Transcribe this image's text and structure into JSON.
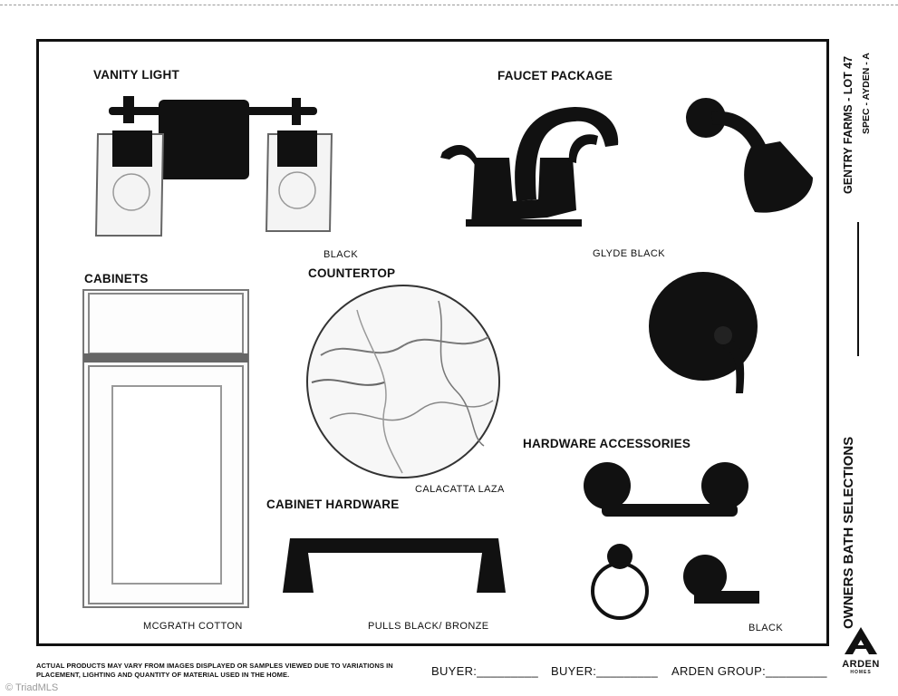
{
  "headings": {
    "vanity_light": "VANITY LIGHT",
    "faucet_package": "FAUCET PACKAGE",
    "cabinets": "CABINETS",
    "countertop": "COUNTERTOP",
    "hardware_accessories": "HARDWARE ACCESSORIES",
    "cabinet_hardware": "CABINET HARDWARE"
  },
  "captions": {
    "vanity_light": "BLACK",
    "faucet": "GLYDE BLACK",
    "countertop": "CALACATTA LAZA",
    "cabinets": "MCGRATH COTTON",
    "cabinet_hardware": "PULLS  BLACK/ BRONZE",
    "accessories": "BLACK"
  },
  "side": {
    "lot": "GENTRY FARMS - LOT 47",
    "spec": "SPEC - AYDEN - A",
    "title": "OWNERS BATH SELECTIONS"
  },
  "footer": {
    "disclaimer": "ACTUAL PRODUCTS MAY VARY FROM IMAGES DISPLAYED OR SAMPLES VIEWED DUE TO VARIATIONS IN PLACEMENT, LIGHTING AND QUANTITY OF MATERIAL USED IN THE HOME.",
    "buyer1": "BUYER:_________",
    "buyer2": "BUYER:_________",
    "arden": "ARDEN GROUP:_________"
  },
  "logo": {
    "name": "ARDEN",
    "sub": "HOMES"
  },
  "watermark": "© TriadMLS",
  "colors": {
    "ink": "#111111",
    "paper": "#ffffff",
    "watermark": "#9a9a9a"
  }
}
